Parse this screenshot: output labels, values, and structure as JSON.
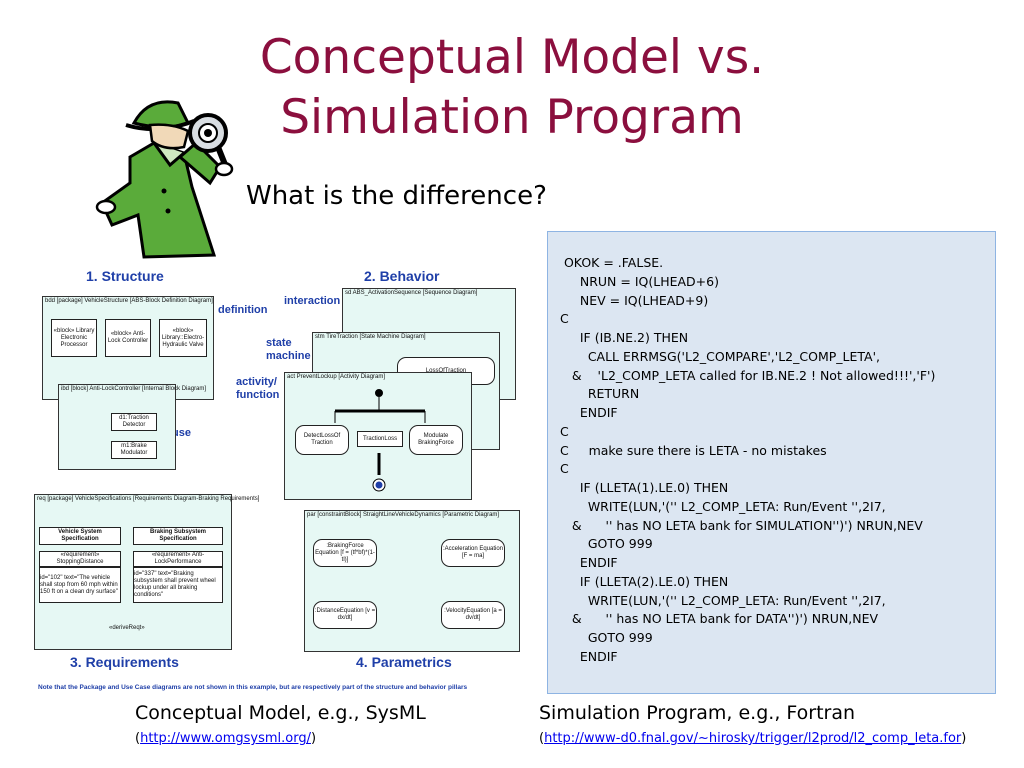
{
  "slide": {
    "title_line1": "Conceptual Model vs.",
    "title_line2": "Simulation Program",
    "subtitle": "What is the difference?"
  },
  "figure": {
    "headings": {
      "structure": "1. Structure",
      "behavior": "2. Behavior",
      "requirements": "3. Requirements",
      "parametrics": "4. Parametrics"
    },
    "side_labels": {
      "definition": "definition",
      "use": "use",
      "interaction": "interaction",
      "state_machine": "state machine",
      "activity_function": "activity/ function"
    },
    "diagram_headers": {
      "bdd": "bdd [package] VehicleStructure [ABS-Block Definition Diagram]",
      "ibd": "ibd [block] Anti-LockController [Internal Block Diagram]",
      "sd": "sd ABS_ActivationSequence [Sequence Diagram]",
      "stm": "stm TireTraction [State Machine Diagram]",
      "act": "act PreventLockup [Activity Diagram]",
      "req": "req [package] VehicleSpecifications [Requirements Diagram-Braking Requirements]",
      "par": "par [constraintBlock] StraightLineVehicleDynamics [Parametric Diagram]"
    },
    "blocks": {
      "library_electronic": "«block» Library Electronic Processor",
      "anti_lock_controller": "«block» Anti-Lock Controller",
      "electro_hydraulic": "«block» Library::Electro-Hydraulic Valve",
      "traction_detector": "d1:Traction Detector",
      "brake_modulator": "m1:Brake Modulator",
      "detect_loss": "DetectLossOf Traction",
      "traction_loss": "TractionLoss",
      "modulate_braking": "Modulate BrakingForce",
      "loss_of_traction": "LossOfTraction",
      "vehicle_spec": "Vehicle System Specification",
      "braking_spec": "Braking Subsystem Specification",
      "stopping_distance": "«requirement» StoppingDistance",
      "stopping_text": "id=\"102\" text=\"The vehicle shall stop from 60 mph within 150 ft on a clean dry surface\"",
      "anti_lock_perf": "«requirement» Anti-LockPerformance",
      "anti_lock_text": "id=\"337\" text=\"Braking subsystem shall prevent wheel lockup under all braking conditions\"",
      "derive_reqt": "«deriveReqt»",
      "braking_force_eq": ":BrakingForce Equation [f = (tf*bf)*(1-tl)]",
      "acceleration_eq": ":Acceleration Equation [F = ma]",
      "distance_eq": ":DistanceEquation [v = dx/dt]",
      "velocity_eq": ":VelocityEquation [a = dv/dt]"
    },
    "note": "Note that the Package and Use Case diagrams are not shown in this example, but are respectively part of the structure and behavior pillars"
  },
  "code": {
    "lines": [
      " OKOK = .FALSE.",
      "     NRUN = IQ(LHEAD+6)",
      "     NEV = IQ(LHEAD+9)",
      "C",
      "     IF (IB.NE.2) THEN",
      "       CALL ERRMSG('L2_COMPARE','L2_COMP_LETA',",
      "   &    'L2_COMP_LETA called for IB.NE.2 ! Not allowed!!!','F')",
      "       RETURN",
      "     ENDIF",
      "C",
      "C     make sure there is LETA - no mistakes",
      "C",
      "     IF (LLETA(1).LE.0) THEN",
      "       WRITE(LUN,'('' L2_COMP_LETA: Run/Event '',2I7,",
      "   &      '' has NO LETA bank for SIMULATION'')') NRUN,NEV",
      "       GOTO 999",
      "     ENDIF",
      "     IF (LLETA(2).LE.0) THEN",
      "       WRITE(LUN,'('' L2_COMP_LETA: Run/Event '',2I7,",
      "   &      '' has NO LETA bank for DATA'')') NRUN,NEV",
      "       GOTO 999",
      "     ENDIF"
    ]
  },
  "captions": {
    "left": "Conceptual Model, e.g., SysML",
    "left_link": "http://www.omgsysml.org/",
    "right": "Simulation Program, e.g., Fortran",
    "right_link": "http://www-d0.fnal.gov/~hirosky/trigger/l2prod/l2_comp_leta.for",
    "paren_open": "(",
    "paren_close": ")"
  },
  "colors": {
    "title": "#8b0f3e",
    "code_bg": "#dce6f2",
    "diagram_bg": "#e6f8f4",
    "figure_heading": "#1f3fa8",
    "detective_green": "#5aab3a"
  }
}
